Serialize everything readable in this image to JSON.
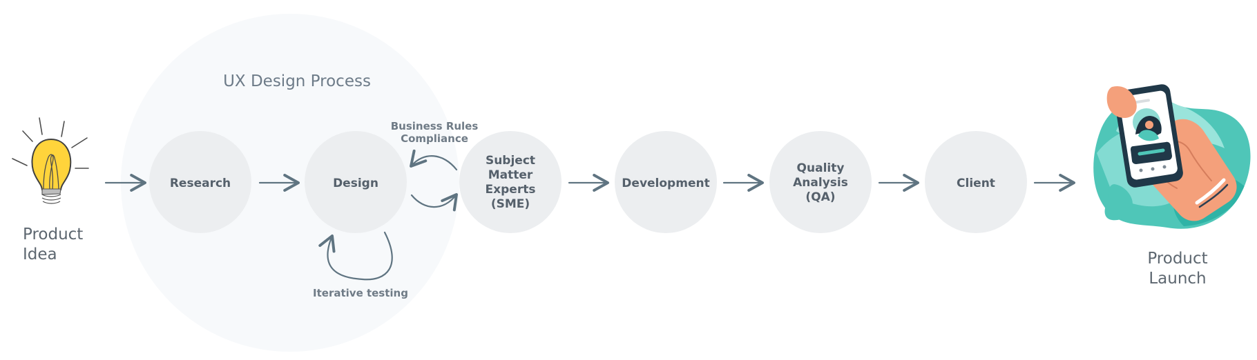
{
  "diagram": {
    "title": "UX Design Process",
    "start_label": [
      "Product",
      "Idea"
    ],
    "end_label": [
      "Product",
      "Launch"
    ],
    "nodes": [
      {
        "id": "research",
        "lines": [
          "Research"
        ]
      },
      {
        "id": "design",
        "lines": [
          "Design"
        ]
      },
      {
        "id": "sme",
        "lines": [
          "Subject",
          "Matter",
          "Experts",
          "(SME)"
        ]
      },
      {
        "id": "development",
        "lines": [
          "Development"
        ]
      },
      {
        "id": "qa",
        "lines": [
          "Quality",
          "Analysis",
          "(QA)"
        ]
      },
      {
        "id": "client",
        "lines": [
          "Client"
        ]
      }
    ],
    "annotations": {
      "business_rules": [
        "Business Rules",
        "Compliance"
      ],
      "iterative_testing": "Iterative testing"
    }
  },
  "colors": {
    "process_background": "#f7f9fb",
    "node_fill": "#eceef0",
    "arrow": "#5f7481",
    "bulb_yellow": "#ffd43b",
    "teal_blob": "#4fc6b8",
    "phone_dark": "#203848",
    "hand_skin": "#f4a07b"
  },
  "icons": {
    "start": "lightbulb-icon",
    "end": "phone-in-hand-illustration"
  }
}
